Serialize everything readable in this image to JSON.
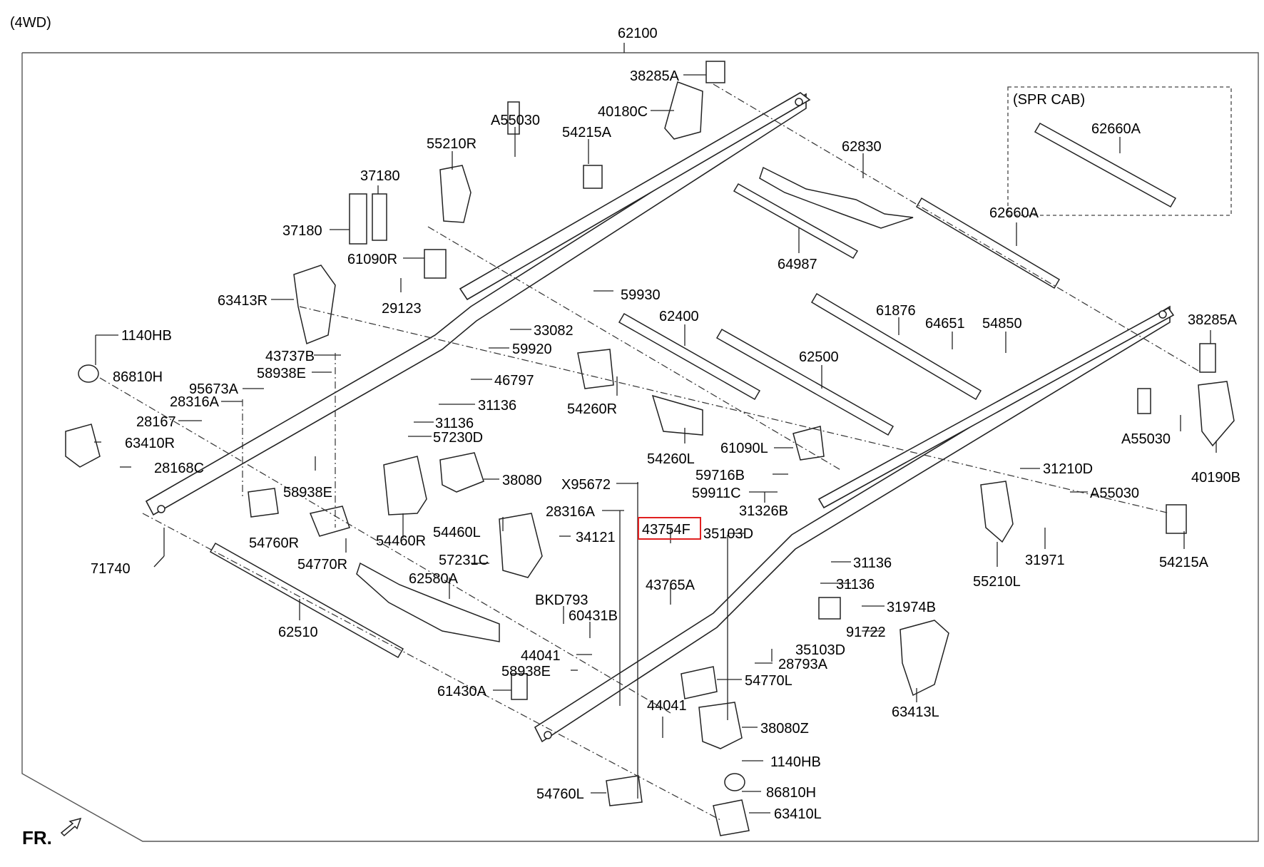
{
  "diagram": {
    "variant": "(4WD)",
    "assembly": "62100",
    "inset_title": "(SPR CAB)",
    "front_marker": "FR.",
    "highlighted_part": "43754F",
    "highlight_color": "#e02020",
    "labels": [
      "38285A",
      "40180C",
      "A55030",
      "54215A",
      "55210R",
      "37180",
      "37180",
      "61090R",
      "29123",
      "63413R",
      "59930",
      "62830",
      "62660A",
      "62660A",
      "64987",
      "61876",
      "64651",
      "54850",
      "38285A",
      "1140HB",
      "86810H",
      "43737B",
      "58938E",
      "95673A",
      "28316A",
      "28167",
      "63410R",
      "28168C",
      "33082",
      "59920",
      "46797",
      "31136",
      "31136",
      "57230D",
      "62400",
      "62500",
      "54260R",
      "54260L",
      "61090L",
      "A55030",
      "40190B",
      "31210D",
      "59716B",
      "59911C",
      "A55030",
      "31326B",
      "38080",
      "X95672",
      "58938E",
      "54760R",
      "54770R",
      "54460R",
      "28316A",
      "54460L",
      "34121",
      "43754F",
      "35103D",
      "71740",
      "57231C",
      "62580A",
      "43765A",
      "31136",
      "31136",
      "31974B",
      "55210L",
      "31971",
      "54215A",
      "62510",
      "BKD793",
      "60431B",
      "91722",
      "35103D",
      "28793A",
      "44041",
      "58938E",
      "61430A",
      "54770L",
      "63413L",
      "44041",
      "38080Z",
      "1140HB",
      "86810H",
      "54760L",
      "63410L"
    ]
  }
}
